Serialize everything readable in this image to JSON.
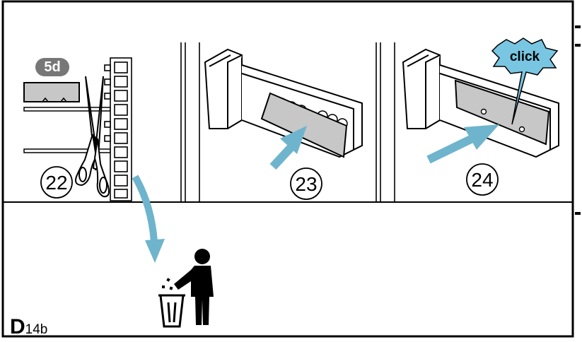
{
  "steps": [
    {
      "number": "22",
      "badge": "5d"
    },
    {
      "number": "23"
    },
    {
      "number": "24",
      "callout": "click"
    }
  ],
  "reference": {
    "letter": "D",
    "subscript": "14b"
  },
  "colors": {
    "arrow": "#6eb4cc",
    "badge": "#777777",
    "callout_fill": "#79c6e2",
    "panel_grey": "#c7c7c7",
    "line": "#000000"
  },
  "icons": [
    "scissors-icon",
    "trash-bin-icon",
    "person-discarding-icon"
  ]
}
